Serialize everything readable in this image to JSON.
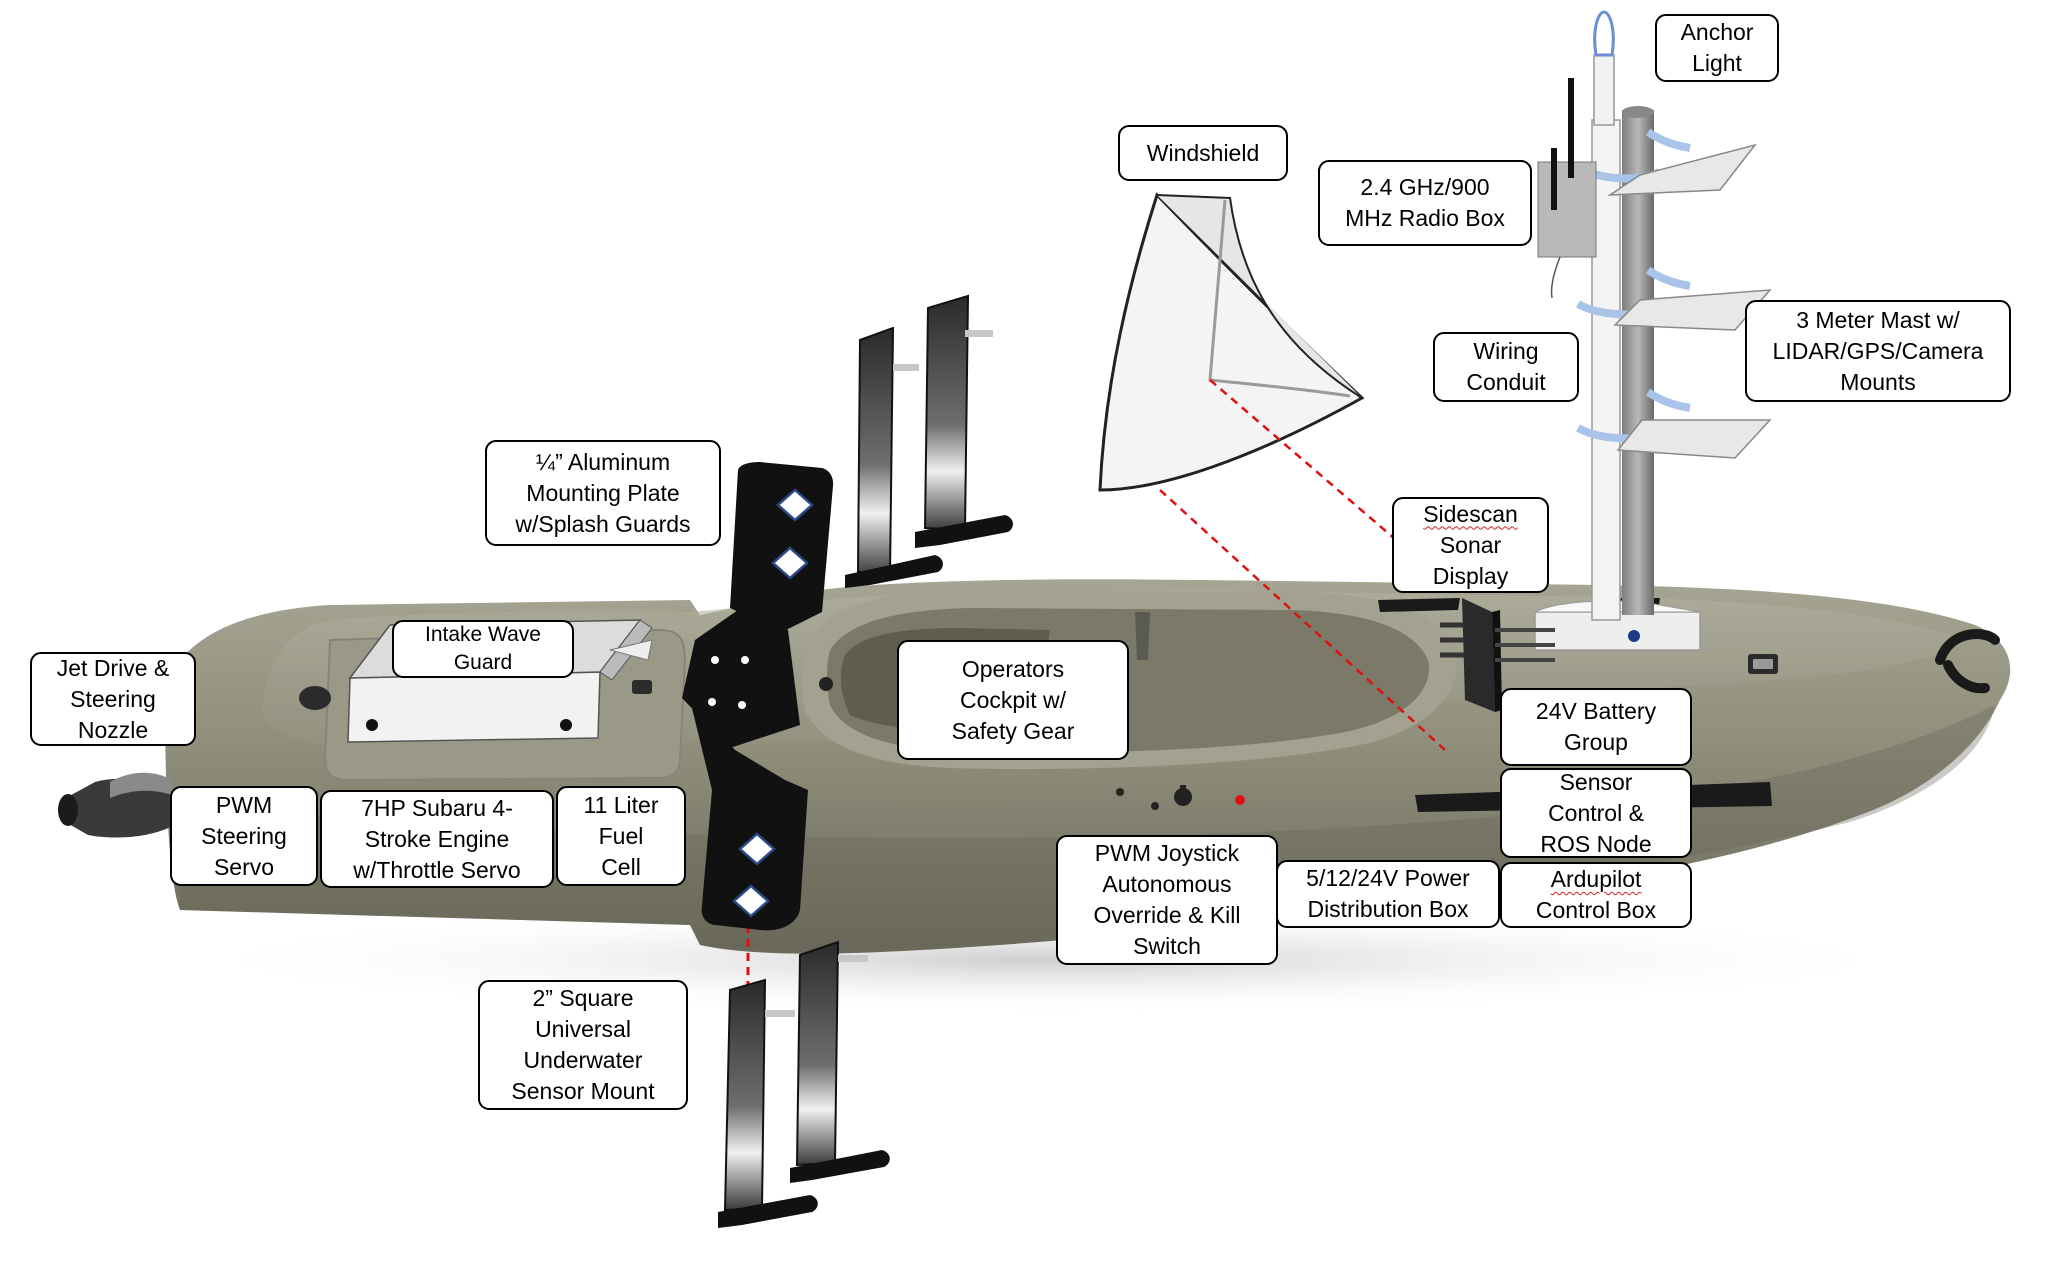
{
  "title": "",
  "colors": {
    "hull": "#8f8e7b",
    "hull_shadow": "#6b6a5a",
    "hull_highlight": "#a8a795",
    "cockpit": "#7a7968",
    "bracket": "#111111",
    "deck_pad": "#1a1a1a",
    "mast": "#9b9b9b",
    "leader": "#e01010",
    "label_border": "#000000"
  },
  "labels": {
    "anchor_light": [
      "Anchor",
      "Light"
    ],
    "windshield": [
      "Windshield"
    ],
    "radio_box": [
      "2.4 GHz/900",
      "MHz Radio Box"
    ],
    "mast": [
      "3 Meter Mast w/",
      "LIDAR/GPS/Camera",
      "Mounts"
    ],
    "wiring_conduit": [
      "Wiring",
      "Conduit"
    ],
    "mounting_plate": [
      "¼” Aluminum",
      "Mounting Plate",
      "w/Splash Guards"
    ],
    "sidescan": [
      "Sidescan",
      "Sonar",
      "Display"
    ],
    "intake_wave_guard": [
      "Intake Wave",
      "Guard"
    ],
    "jet_drive": [
      "Jet Drive &",
      "Steering",
      "Nozzle"
    ],
    "cockpit": [
      "Operators",
      "Cockpit w/",
      "Safety Gear"
    ],
    "battery": [
      "24V Battery",
      "Group"
    ],
    "sensor_control": [
      "Sensor",
      "Control &",
      "ROS Node"
    ],
    "steering_servo": [
      "PWM",
      "Steering",
      "Servo"
    ],
    "engine": [
      "7HP Subaru 4-",
      "Stroke Engine",
      "w/Throttle Servo"
    ],
    "fuel_cell": [
      "11 Liter",
      "Fuel",
      "Cell"
    ],
    "joystick": [
      "PWM Joystick",
      "Autonomous",
      "Override & Kill",
      "Switch"
    ],
    "power_box": [
      "5/12/24V Power",
      "Distribution Box"
    ],
    "ardupilot": [
      "Ardupilot",
      "Control Box"
    ],
    "sensor_mount": [
      "2” Square",
      "Universal",
      "Underwater",
      "Sensor Mount"
    ]
  }
}
